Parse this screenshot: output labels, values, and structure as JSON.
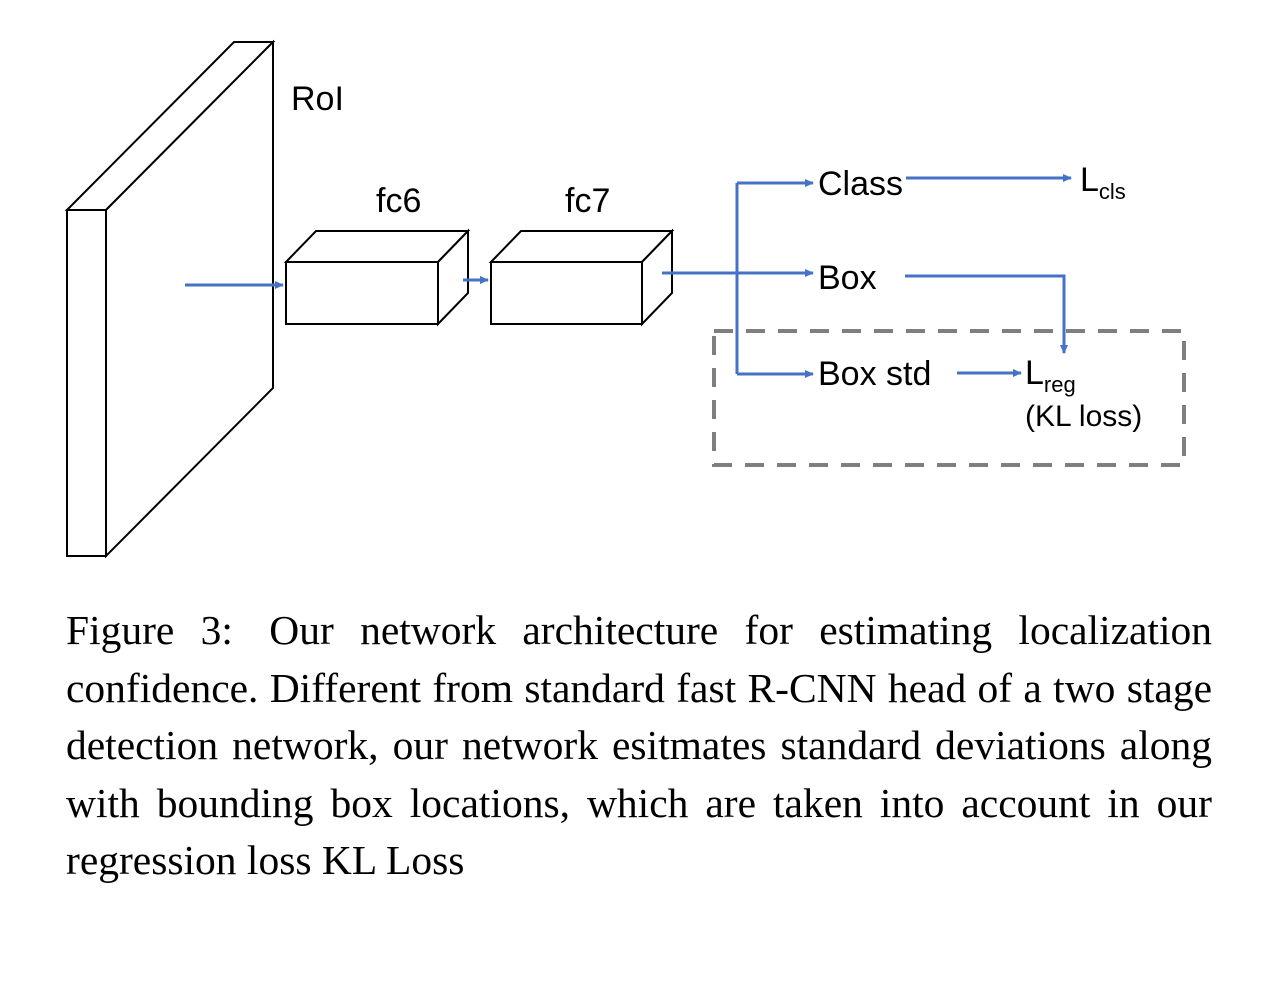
{
  "diagram": {
    "roi_label": "RoI",
    "fc6_label": "fc6",
    "fc7_label": "fc7",
    "class_label": "Class",
    "box_label": "Box",
    "box_std_label": "Box std",
    "l_cls_main": "L",
    "l_cls_sub": "cls",
    "l_reg_main": "L",
    "l_reg_sub": "reg",
    "kl_loss_label": "(KL loss)",
    "colors": {
      "arrow": "#4472c4",
      "box_stroke": "#000000",
      "dashed_box": "#7f7f7f"
    }
  },
  "caption": {
    "label": "Figure 3:",
    "text": "Our network architecture for estimating localization confidence. Different from standard fast R-CNN head of a two stage detection network, our network esitmates standard deviations along with bounding box locations, which are taken into account in our regression loss KL Loss"
  }
}
